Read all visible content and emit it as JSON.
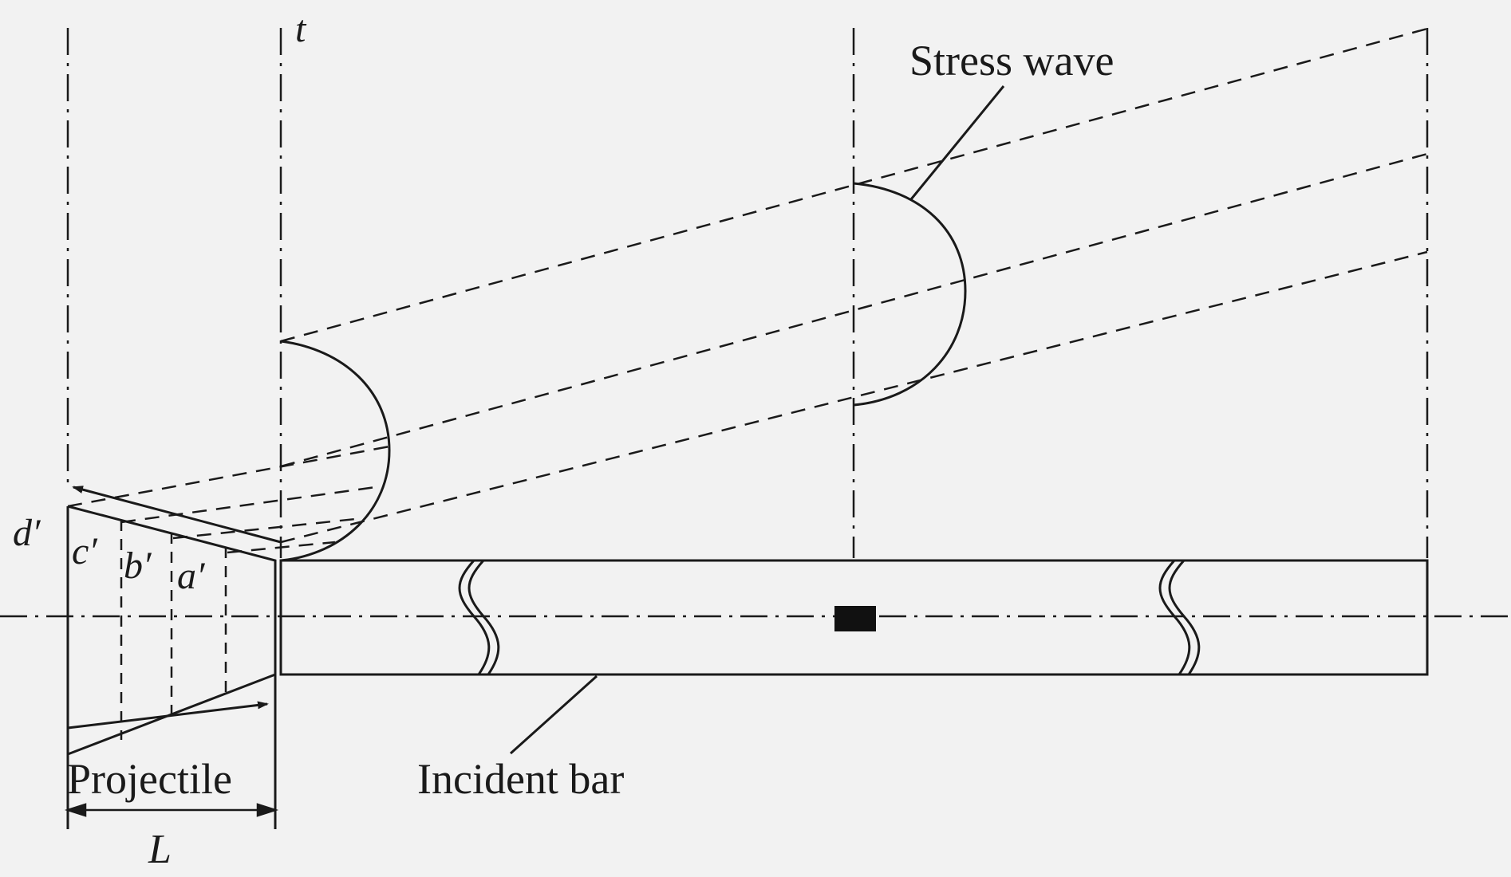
{
  "diagram": {
    "labels": {
      "stress_wave": "Stress wave",
      "incident_bar": "Incident bar",
      "projectile": "Projectile",
      "length": "L",
      "time_axis": "t",
      "point_a": "a′",
      "point_b": "b′",
      "point_c": "c′",
      "point_d": "d′"
    },
    "colors": {
      "background": "#f2f2f2",
      "stroke": "#1a1a1a",
      "strain_gauge": "#111111"
    }
  }
}
